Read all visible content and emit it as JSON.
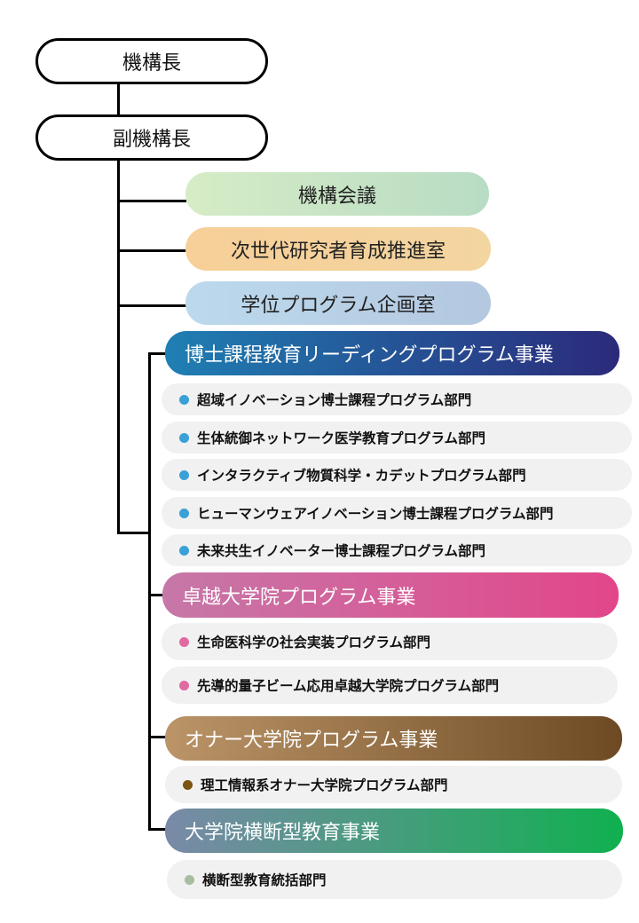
{
  "top": {
    "director": "機構長",
    "vice_director": "副機構長"
  },
  "offices": [
    {
      "label": "機構会議"
    },
    {
      "label": "次世代研究者育成推進室"
    },
    {
      "label": "学位プログラム企画室"
    }
  ],
  "programs": [
    {
      "label": "博士課程教育リーディングプログラム事業",
      "gradient": [
        "#1f7fb3",
        "#2b2a7a"
      ],
      "dot_color": "#3aa0d8",
      "divisions": [
        {
          "label": "超域イノベーション博士課程プログラム部門"
        },
        {
          "label": "生体統御ネットワーク医学教育プログラム部門"
        },
        {
          "label": "インタラクティブ物質科学・カデットプログラム部門"
        },
        {
          "label": "ヒューマンウェアイノベーション博士課程プログラム部門"
        },
        {
          "label": "未来共生イノベーター博士課程プログラム部門"
        }
      ]
    },
    {
      "label": "卓越大学院プログラム事業",
      "gradient": [
        "#c678a8",
        "#e2468a"
      ],
      "dot_color": "#e06aa0",
      "divisions": [
        {
          "label": "生命医科学の社会実装プログラム部門"
        },
        {
          "label": "先導的量子ビーム応用卓越大学院プログラム部門"
        }
      ]
    },
    {
      "label": "オナー大学院プログラム事業",
      "gradient": [
        "#bb9568",
        "#6e4a24"
      ],
      "dot_color": "#7a5410",
      "divisions": [
        {
          "label": "理工情報系オナー大学院プログラム部門"
        }
      ]
    },
    {
      "label": "大学院横断型教育事業",
      "gradient": [
        "#7a8aa8",
        "#10b050"
      ],
      "dot_color": "#a8bca0",
      "divisions": [
        {
          "label": "横断型教育統括部門"
        }
      ]
    }
  ],
  "colors": {
    "office_1": [
      "#d6ecc6",
      "#b8dcc4"
    ],
    "office_2": [
      "#f7cf98",
      "#f3d5a0"
    ],
    "office_3": [
      "#bcd9ec",
      "#b4c8e0"
    ]
  }
}
